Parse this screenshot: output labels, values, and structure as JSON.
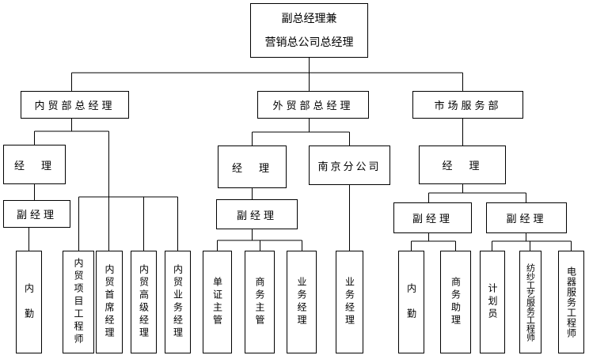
{
  "org": {
    "top": {
      "line1": "副总经理兼",
      "line2": "营销总公司总经理"
    },
    "domestic": {
      "title": "内贸部总经理",
      "manager": "经　理",
      "deputy": "副经理",
      "clerk": "内　勤",
      "staff": [
        "内贸项目工程师",
        "内贸首席经理",
        "内贸高级经理",
        "内贸业务经理"
      ]
    },
    "foreign": {
      "title": "外贸部总经理",
      "manager": "经　理",
      "deputy": "副经理",
      "staff": [
        "单证主管",
        "商务主管",
        "业务经理"
      ],
      "nanjing": "南京分公司",
      "nanjing_staff": "业务经理"
    },
    "market": {
      "title": "市场服务部",
      "manager": "经　理",
      "deputy_left": "副经理",
      "deputy_right": "副经理",
      "left_staff": [
        "内　勤",
        "商务助理"
      ],
      "right_staff": [
        "计划员",
        "纺纱工艺服务工程师",
        "电器服务工程师"
      ]
    }
  }
}
